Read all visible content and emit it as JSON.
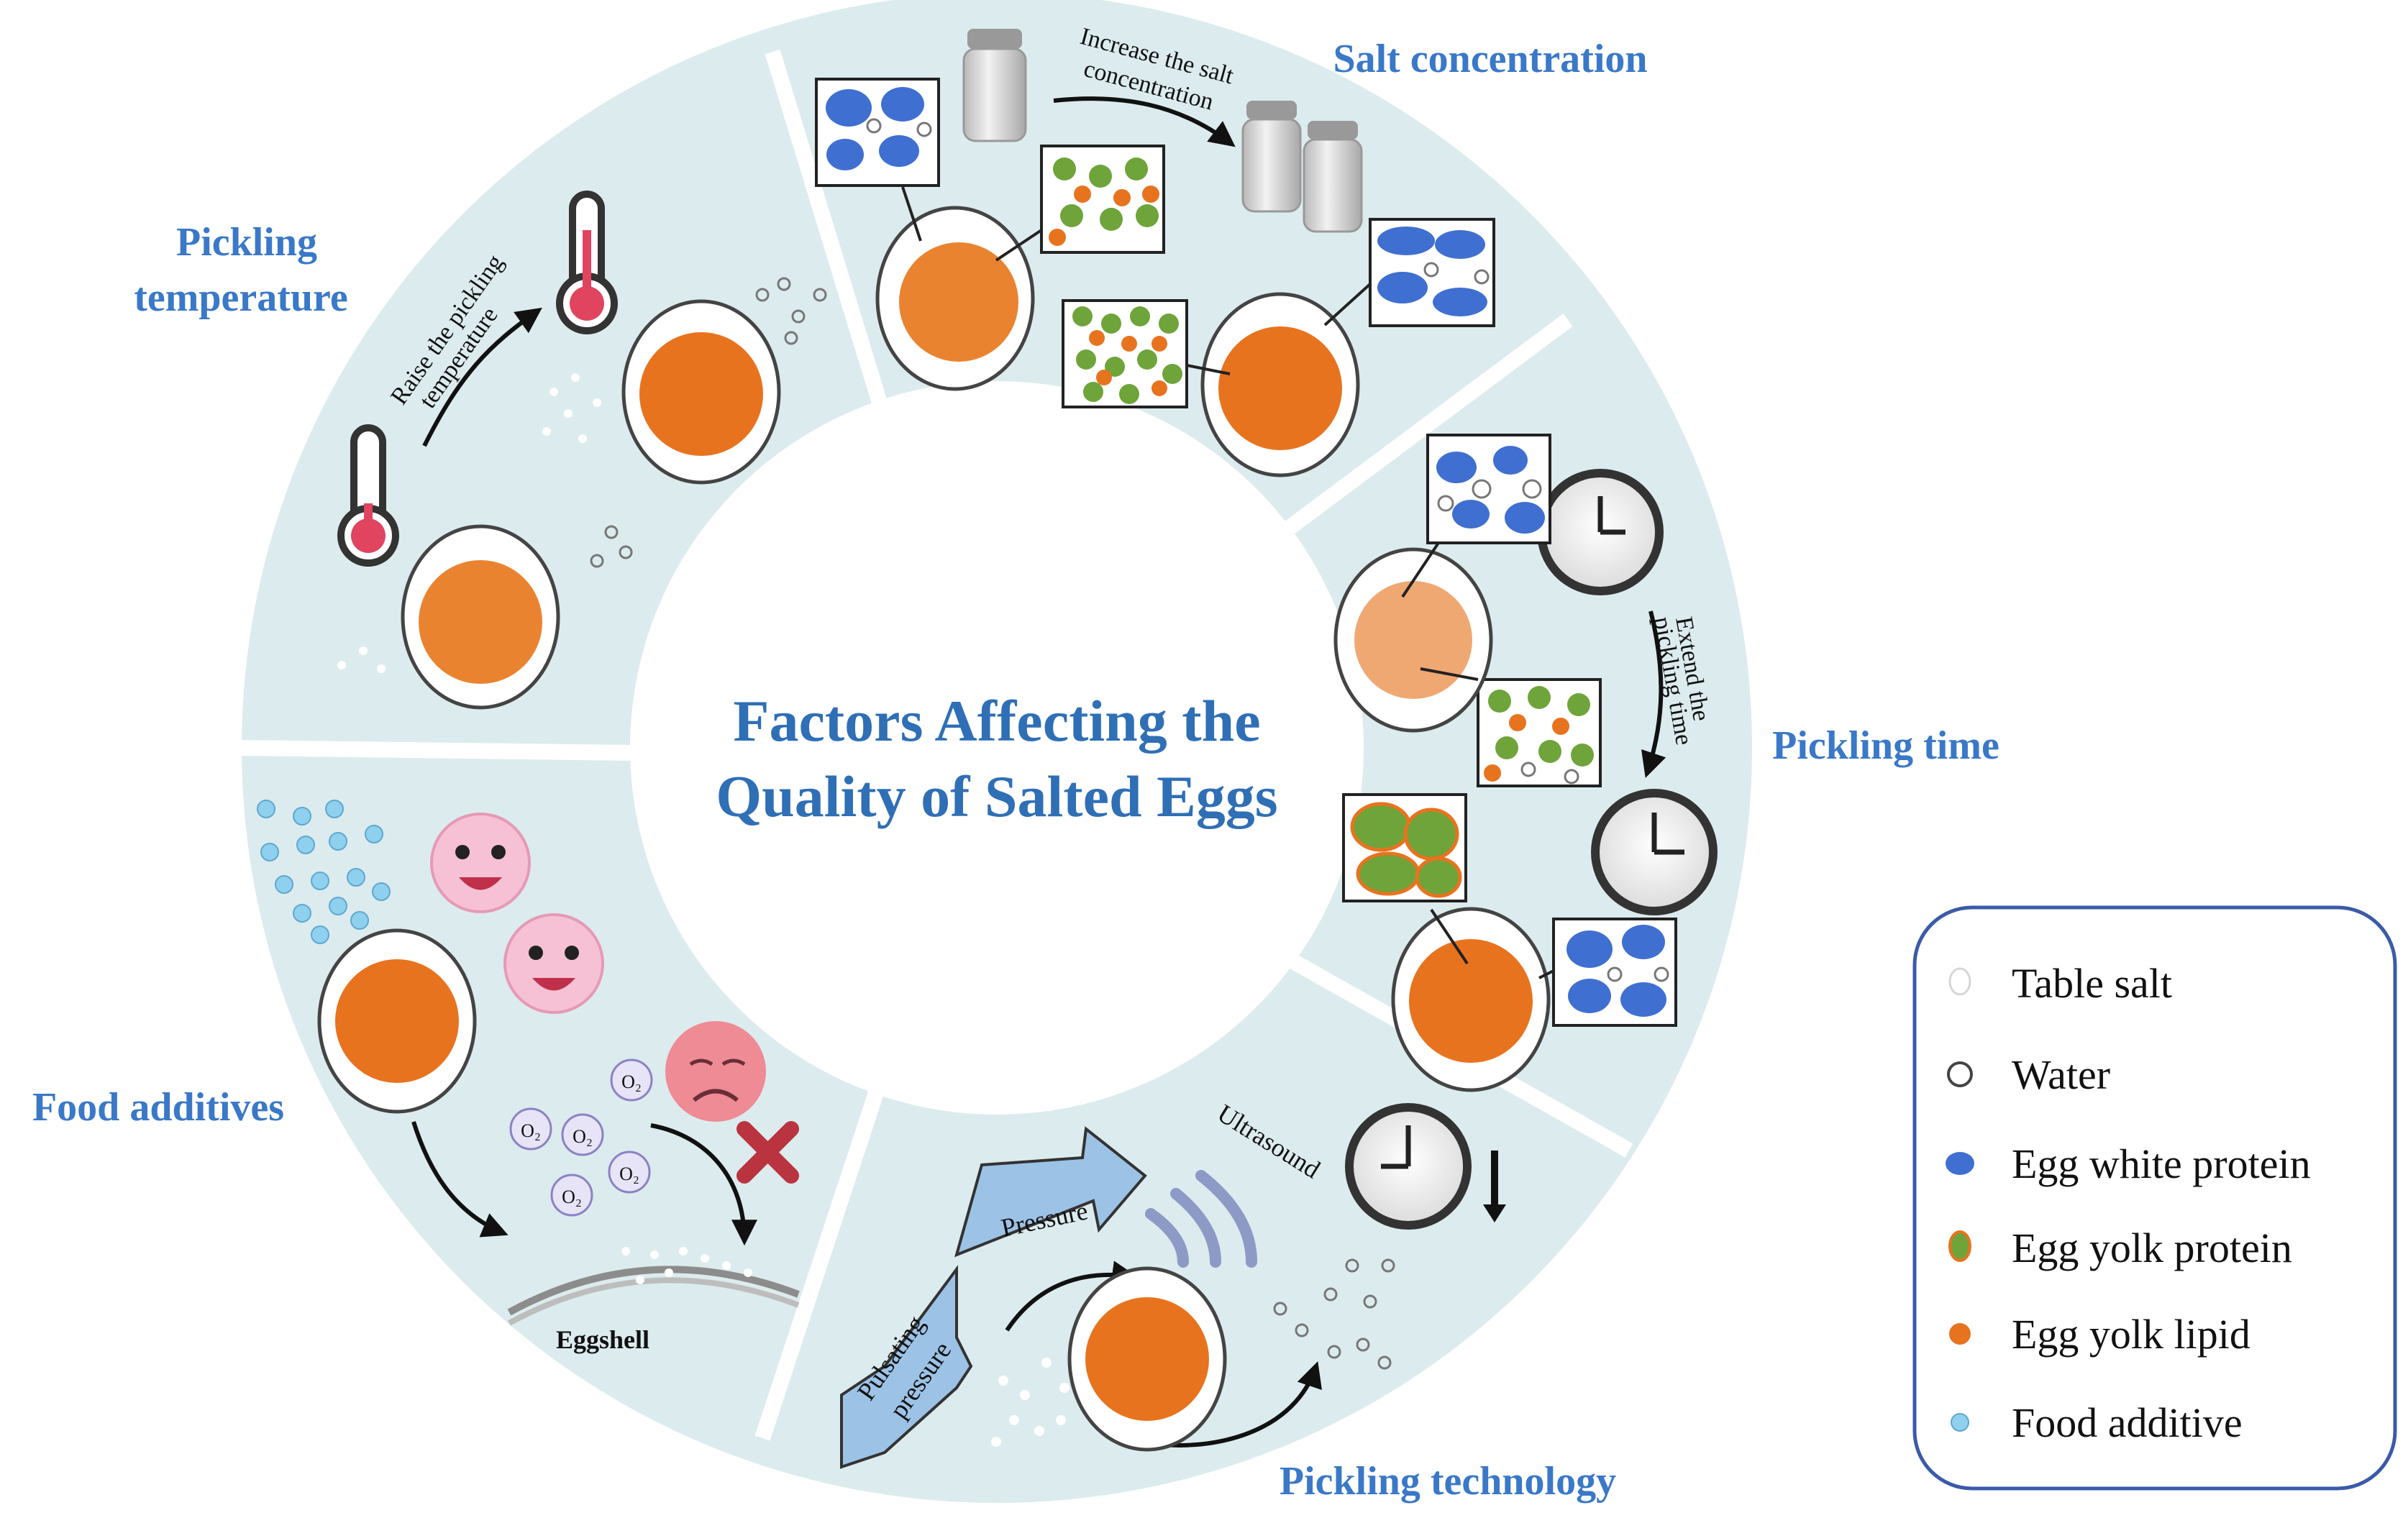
{
  "center_title": {
    "line1": "Factors Affecting the",
    "line2": "Quality of Salted Eggs"
  },
  "sectors": {
    "pickling_temperature": {
      "title_line1": "Pickling",
      "title_line2": "temperature",
      "note_line1": "Raise the pickling",
      "note_line2": "temperature"
    },
    "salt_concentration": {
      "title": "Salt concentration",
      "note_line1": "Increase the salt",
      "note_line2": "concentration"
    },
    "pickling_time": {
      "title": "Pickling time",
      "note_line1": "Extend the",
      "note_line2": "pickling time"
    },
    "pickling_technology": {
      "title": "Pickling technology",
      "pressure": "Pressure",
      "pulsating_line1": "Pulsating",
      "pulsating_line2": "pressure",
      "ultrasound": "Ultrasound"
    },
    "food_additives": {
      "title": "Food additives",
      "eggshell": "Eggshell",
      "oxygen": "O₂"
    }
  },
  "legend": [
    {
      "label": "Table salt",
      "icon": "table-salt-icon"
    },
    {
      "label": "Water",
      "icon": "water-icon"
    },
    {
      "label": "Egg white protein",
      "icon": "egg-white-protein-icon"
    },
    {
      "label": "Egg yolk protein",
      "icon": "egg-yolk-protein-icon"
    },
    {
      "label": "Egg yolk lipid",
      "icon": "egg-yolk-lipid-icon"
    },
    {
      "label": "Food additive",
      "icon": "food-additive-icon"
    }
  ],
  "colors": {
    "ring": "#dcebee",
    "title_blue": "#3a78c8",
    "egg_white_protein": "#3f6fd0",
    "egg_yolk_protein": "#6ea43a",
    "egg_yolk_lipid": "#e8731f",
    "food_additive": "#8fd0ef",
    "legend_border": "#3b5aa8"
  }
}
